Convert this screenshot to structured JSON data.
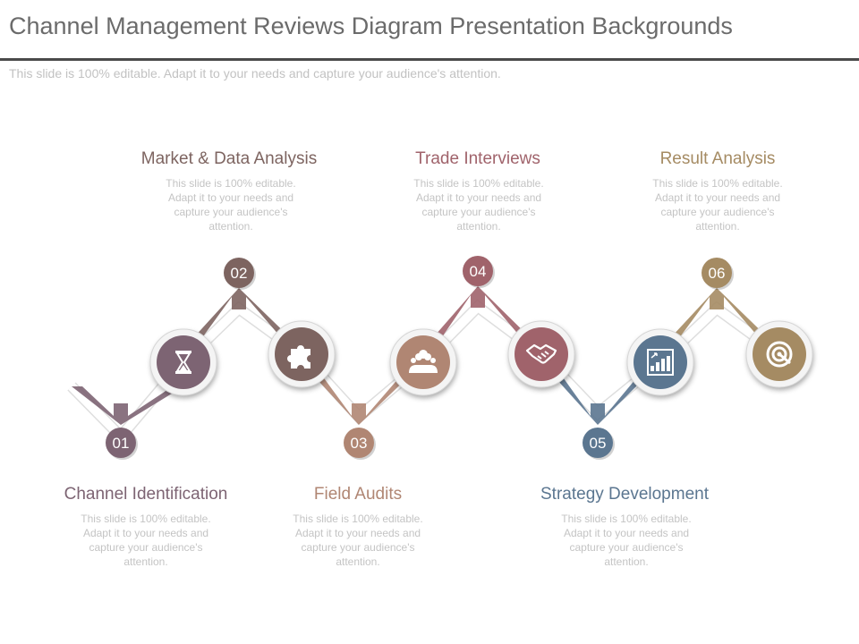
{
  "slide": {
    "title": "Channel Management Reviews Diagram Presentation Backgrounds",
    "subtitle": "This slide is 100% editable. Adapt it to your needs and capture your audience's attention."
  },
  "steps": [
    {
      "number": "01",
      "heading": "Channel Identification",
      "description": "This slide is 100% editable. Adapt it to your needs and capture your audience's attention.",
      "icon": "hourglass-icon",
      "color": "#7d6473"
    },
    {
      "number": "02",
      "heading": "Market & Data Analysis",
      "description": "This slide is 100% editable. Adapt it to your needs and capture your audience's attention.",
      "icon": "puzzle-icon",
      "color": "#7d6460"
    },
    {
      "number": "03",
      "heading": "Field Audits",
      "description": "This slide is 100% editable. Adapt it to your needs and capture your audience's attention.",
      "icon": "group-icon",
      "color": "#b08673"
    },
    {
      "number": "04",
      "heading": "Trade Interviews",
      "description": "This slide is 100% editable. Adapt it to your needs and capture your audience's attention.",
      "icon": "handshake-icon",
      "color": "#a0636b"
    },
    {
      "number": "05",
      "heading": "Strategy Development",
      "description": "This slide is 100% editable. Adapt it to your needs and capture your audience's attention.",
      "icon": "bar-chart-icon",
      "color": "#5b7690"
    },
    {
      "number": "06",
      "heading": "Result Analysis",
      "description": "This slide is 100% editable. Adapt it to your needs and capture your audience's attention.",
      "icon": "target-icon",
      "color": "#a58b63"
    }
  ]
}
